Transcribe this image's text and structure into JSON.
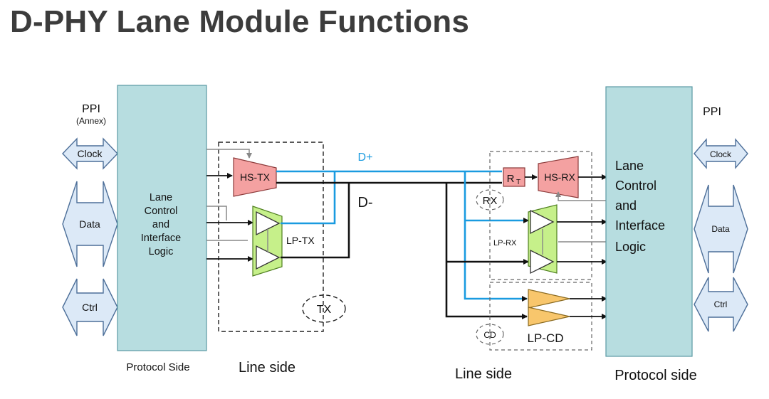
{
  "title": "D-PHY Lane Module Functions",
  "left": {
    "ppi": "PPI",
    "annex": "(Annex)",
    "clock": "Clock",
    "data": "Data",
    "ctrl": "Ctrl",
    "block_lines": [
      "Lane",
      "Control",
      "and",
      "Interface",
      "Logic"
    ],
    "caption": "Protocol Side",
    "line_side": "Line side"
  },
  "tx": {
    "hs_tx": "HS-TX",
    "lp_tx": "LP-TX",
    "tx_tag": "TX"
  },
  "wires": {
    "d_plus": "D+",
    "d_minus": "D-"
  },
  "rx": {
    "rt_main": "R",
    "rt_sub": "T",
    "hs_rx": "HS-RX",
    "rx_tag": "RX",
    "lp_rx": "LP-RX",
    "cd_tag": "CD",
    "lp_cd": "LP-CD",
    "line_side": "Line side"
  },
  "right": {
    "ppi": "PPI",
    "clock": "Clock",
    "data": "Data",
    "ctrl": "Ctrl",
    "block_lines": [
      "Lane",
      "Control",
      "and",
      "Interface",
      "Logic"
    ],
    "caption": "Protocol side"
  },
  "colors": {
    "block_fill": "#b7dde0",
    "hs_fill": "#f4a1a1",
    "lp_fill": "#c6f08a",
    "cd_fill": "#f8c66c",
    "d_plus_wire": "#1a9be0",
    "arrow_fill": "#dce9f7"
  }
}
